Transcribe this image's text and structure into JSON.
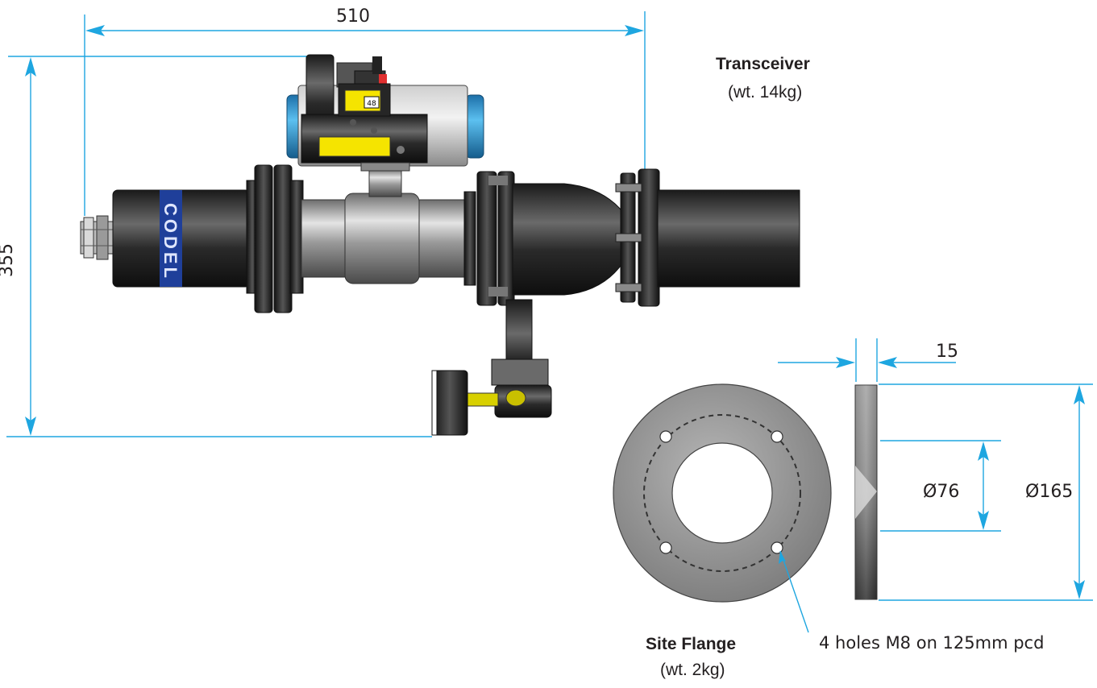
{
  "dimensions": {
    "overall_width": "510",
    "overall_height": "355",
    "flange_thickness": "15",
    "bore_diameter": "Ø76",
    "outer_diameter": "Ø165"
  },
  "transceiver": {
    "title": "Transceiver",
    "weight": "(wt. 14kg)",
    "brand_text": "CODEL",
    "label_number": "48"
  },
  "site_flange": {
    "title": "Site Flange",
    "weight": "(wt. 2kg)",
    "holes_note": "4 holes M8 on 125mm pcd"
  },
  "colors": {
    "dimension_line": "#1ea6e0",
    "text": "#231f20",
    "brand_band": "#1f3f9a",
    "actuator_cap": "#2e9fd8",
    "label_yellow": "#f5e400",
    "flange_grey": "#8f8f8f"
  }
}
